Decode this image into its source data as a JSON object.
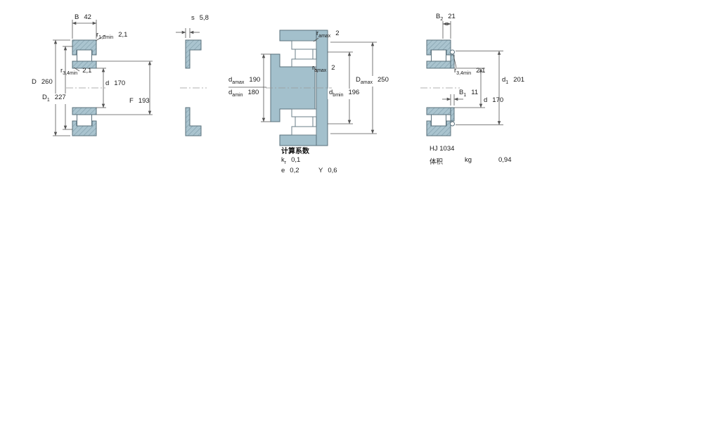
{
  "figures": {
    "fig1": {
      "dims": {
        "B": {
          "base": "B",
          "value": "42"
        },
        "r12": {
          "base": "r",
          "sub": "1,2min",
          "value": "2,1"
        },
        "r34": {
          "base": "r",
          "sub": "3,4min",
          "value": "2,1"
        },
        "D": {
          "base": "D",
          "value": "260"
        },
        "D1": {
          "base": "D",
          "sub": "1",
          "value": "227"
        },
        "d": {
          "base": "d",
          "value": "170"
        },
        "F": {
          "base": "F",
          "value": "193"
        }
      }
    },
    "fig2": {
      "dims": {
        "s": {
          "base": "s",
          "value": "5,8"
        }
      }
    },
    "fig3": {
      "dims": {
        "ramax": {
          "base": "r",
          "sub": "amax",
          "value": "2"
        },
        "rbmax": {
          "base": "r",
          "sub": "bmax",
          "value": "2"
        },
        "damax": {
          "base": "d",
          "sub": "amax",
          "value": "190"
        },
        "damin": {
          "base": "d",
          "sub": "amin",
          "value": "180"
        },
        "Damax": {
          "base": "D",
          "sub": "amax",
          "value": "250"
        },
        "dbmin": {
          "base": "d",
          "sub": "bmin",
          "value": "196"
        }
      },
      "calc": {
        "title": "计算系数",
        "kr": {
          "base": "k",
          "sub": "r",
          "value": "0,1"
        },
        "e": {
          "base": "e",
          "value": "0,2"
        },
        "Y": {
          "base": "Y",
          "value": "0,6"
        }
      }
    },
    "fig4": {
      "dims": {
        "B2": {
          "base": "B",
          "sub": "2",
          "value": "21"
        },
        "r34": {
          "base": "r",
          "sub": "3,4min",
          "value": "2,1"
        },
        "d1": {
          "base": "d",
          "sub": "1",
          "value": "201"
        },
        "B1": {
          "base": "B",
          "sub": "1",
          "value": "11"
        },
        "d": {
          "base": "d",
          "value": "170"
        }
      },
      "notes": {
        "designation": "HJ 1034",
        "volume_label": "体积",
        "volume_unit": "kg",
        "volume_value": "0,94"
      }
    }
  },
  "colors": {
    "ring_fill": "#aac4cf",
    "ring_hatch": "#84a2ae",
    "mounting_fill": "#a3c0cc",
    "outline": "#5a707b",
    "dimension_line": "#555555"
  }
}
